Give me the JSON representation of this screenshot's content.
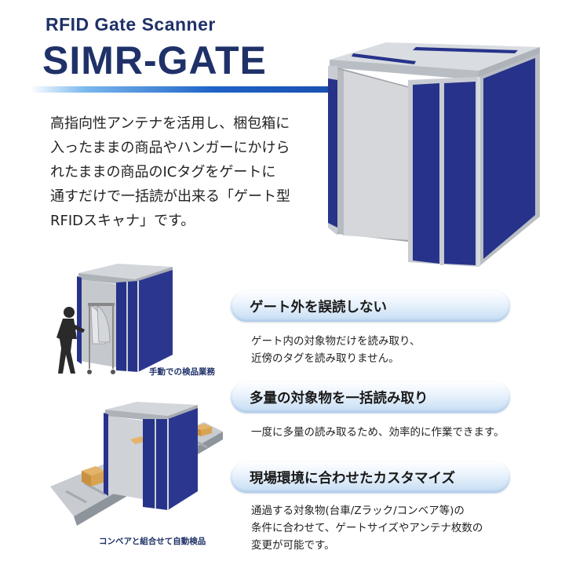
{
  "header": {
    "subtitle": "RFID Gate Scanner",
    "title": "SIMR-GATE"
  },
  "intro_lines": [
    "高指向性アンテナを活用し、梱包箱に",
    "入ったままの商品やハンガーにかけら",
    "れたままの商品のICタグをゲートに",
    "通すだけで一括読が出来る「ゲート型",
    "RFIDスキャナ」です。"
  ],
  "photos": {
    "manual_caption": "手動での検品業務",
    "conveyor_caption": "コンベアと組合せて自動検品"
  },
  "features": [
    {
      "title": "ゲート外を誤読しない",
      "lines": [
        "ゲート内の対象物だけを読み取り、",
        "近傍のタグを読み取りません。"
      ]
    },
    {
      "title": "多量の対象物を一括読み取り",
      "lines": [
        "一度に多量の読み取るため、効率的に作業できます。"
      ]
    },
    {
      "title": "現場環境に合わせたカスタマイズ",
      "lines": [
        "通過する対象物(台車/Zラック/コンベア等)の",
        "条件に合わせて、ゲートサイズやアンテナ枚数の",
        "変更が可能です。"
      ]
    }
  ],
  "colors": {
    "brand_navy": "#1f3168",
    "gate_panel_blue": "#27338a",
    "gate_frame_silver": "#c9cdd3",
    "accent_blue": "#1e63c8"
  }
}
